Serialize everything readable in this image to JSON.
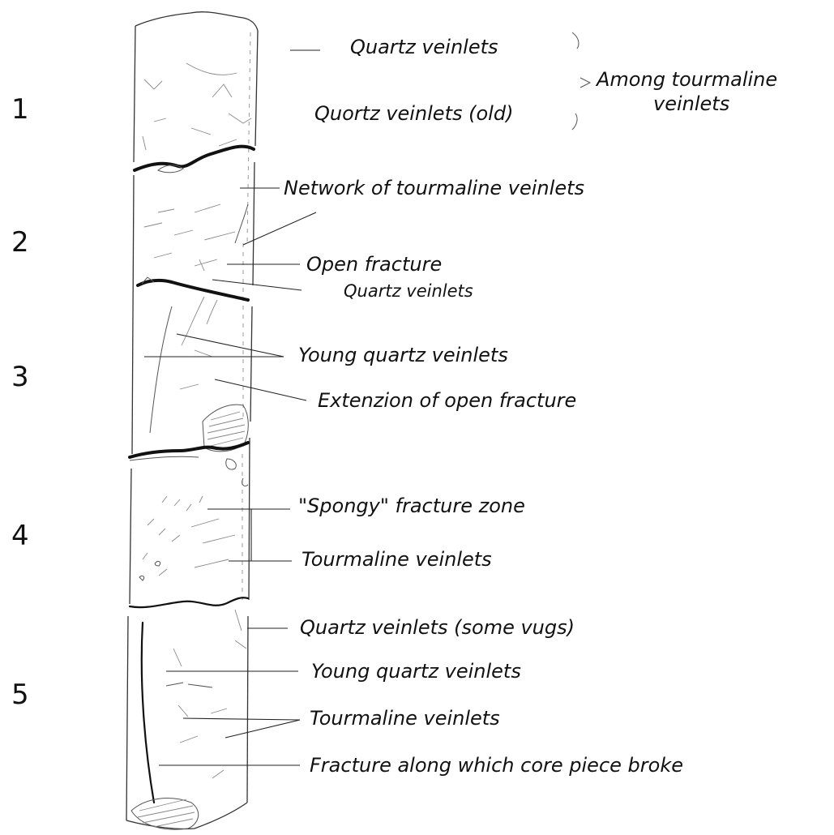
{
  "section_numbers": [
    "1",
    "2",
    "3",
    "4",
    "5"
  ],
  "labels": {
    "quartz_veinlets_top": "Quartz veinlets",
    "quartz_veinlets_old": "Quortz veinlets (old)",
    "among_tourmaline_line1": "Among tourmaline",
    "among_tourmaline_line2": "veinlets",
    "network_tourmaline": "Network of tourmaline veinlets",
    "open_fracture": "Open fracture",
    "quartz_veinlets_mid": "Quartz veinlets",
    "young_quartz_upper": "Young quartz veinlets",
    "extension_open_fracture": "Extenzion of open fracture",
    "spongy_zone": "\"Spongy\" fracture zone",
    "tourmaline_veinlets_upper": "Tourmaline veinlets",
    "quartz_veinlets_vugs": "Quartz veinlets (some vugs)",
    "young_quartz_lower": "Young quartz veinlets",
    "tourmaline_veinlets_lower": "Tourmaline veinlets",
    "fracture_core_broke": "Fracture along which core piece broke"
  },
  "colors": {
    "ink": "#111111",
    "paper": "#ffffff"
  }
}
